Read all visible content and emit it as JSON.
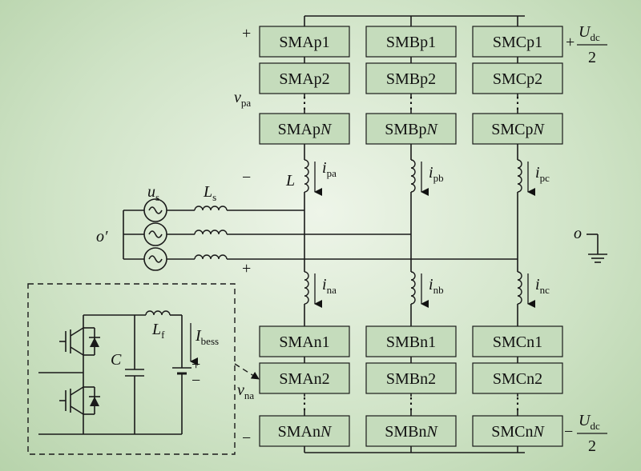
{
  "modules": {
    "a_upper": [
      "SMAp1",
      "SMAp2",
      "SMApN"
    ],
    "b_upper": [
      "SMBp1",
      "SMBp2",
      "SMBpN"
    ],
    "c_upper": [
      "SMCp1",
      "SMCp2",
      "SMCpN"
    ],
    "a_lower": [
      "SMAn1",
      "SMAn2",
      "SMAnN"
    ],
    "b_lower": [
      "SMBn1",
      "SMBn2",
      "SMBnN"
    ],
    "c_lower": [
      "SMCn1",
      "SMCn2",
      "SMCnN"
    ]
  },
  "labels": {
    "plus_top": "+",
    "minus_mid": "−",
    "plus_mid": "+",
    "minus_bottom": "−",
    "vpa_main": "v",
    "vpa_sub": "pa",
    "vna_main": "v",
    "vna_sub": "na",
    "L": "L",
    "ipa_main": "i",
    "ipa_sub": "pa",
    "ipb_main": "i",
    "ipb_sub": "pb",
    "ipc_main": "i",
    "ipc_sub": "pc",
    "ina_main": "i",
    "ina_sub": "na",
    "inb_main": "i",
    "inb_sub": "nb",
    "inc_main": "i",
    "inc_sub": "nc",
    "us_main": "u",
    "us_sub": "s",
    "Ls_main": "L",
    "Ls_sub": "s",
    "o_prime": "o′",
    "o": "o",
    "udc_top_sign": "+",
    "udc_bottom_sign": "−",
    "udc_main": "U",
    "udc_sub": "dc",
    "udc_den": "2",
    "C": "C",
    "Lf_main": "L",
    "Lf_sub": "f",
    "Ibess_main": "I",
    "Ibess_sub": "bess",
    "batt_plus": "+",
    "batt_minus": "−",
    "ellipsis": "⋮"
  }
}
